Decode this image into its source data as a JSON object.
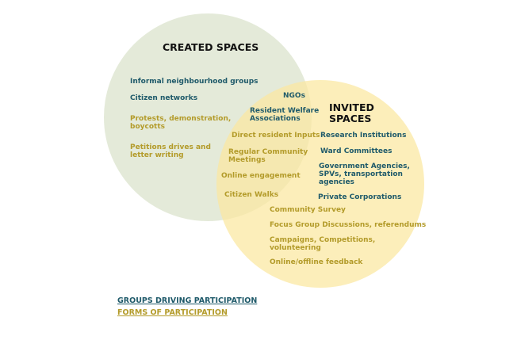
{
  "colors": {
    "created_fill": "#dfe6d2",
    "invited_fill": "#fbe7a0",
    "group_text": "#1f5a6a",
    "form_text": "#b39b2a"
  },
  "created_spaces": {
    "title": "CREATED SPACES",
    "groups": [
      "Informal neighbourhood groups",
      "Citizen networks"
    ],
    "forms": [
      "Protests, demonstration,\nboycotts",
      "Petitions drives and\nletter writing"
    ]
  },
  "overlap": {
    "groups": [
      "NGOs",
      "Resident Welfare\nAssociations"
    ],
    "forms": [
      "Direct resident Inputs",
      "Regular  Community\nMeetings",
      "Online engagement",
      "Citizen Walks"
    ]
  },
  "invited_spaces": {
    "title": "INVITED\nSPACES",
    "groups": [
      "Research Institutions",
      "Ward Committees",
      "Government Agencies,\nSPVs, transportation\nagencies",
      "Private Corporations"
    ],
    "forms": [
      "Community Survey",
      "Focus Group Discussions, referendums",
      "Campaigns, Competitions,\nvolunteering",
      "Online/offline feedback"
    ]
  },
  "legend": {
    "groups_label": "GROUPS DRIVING PARTICIPATION",
    "forms_label": "FORMS OF PARTICIPATION"
  }
}
